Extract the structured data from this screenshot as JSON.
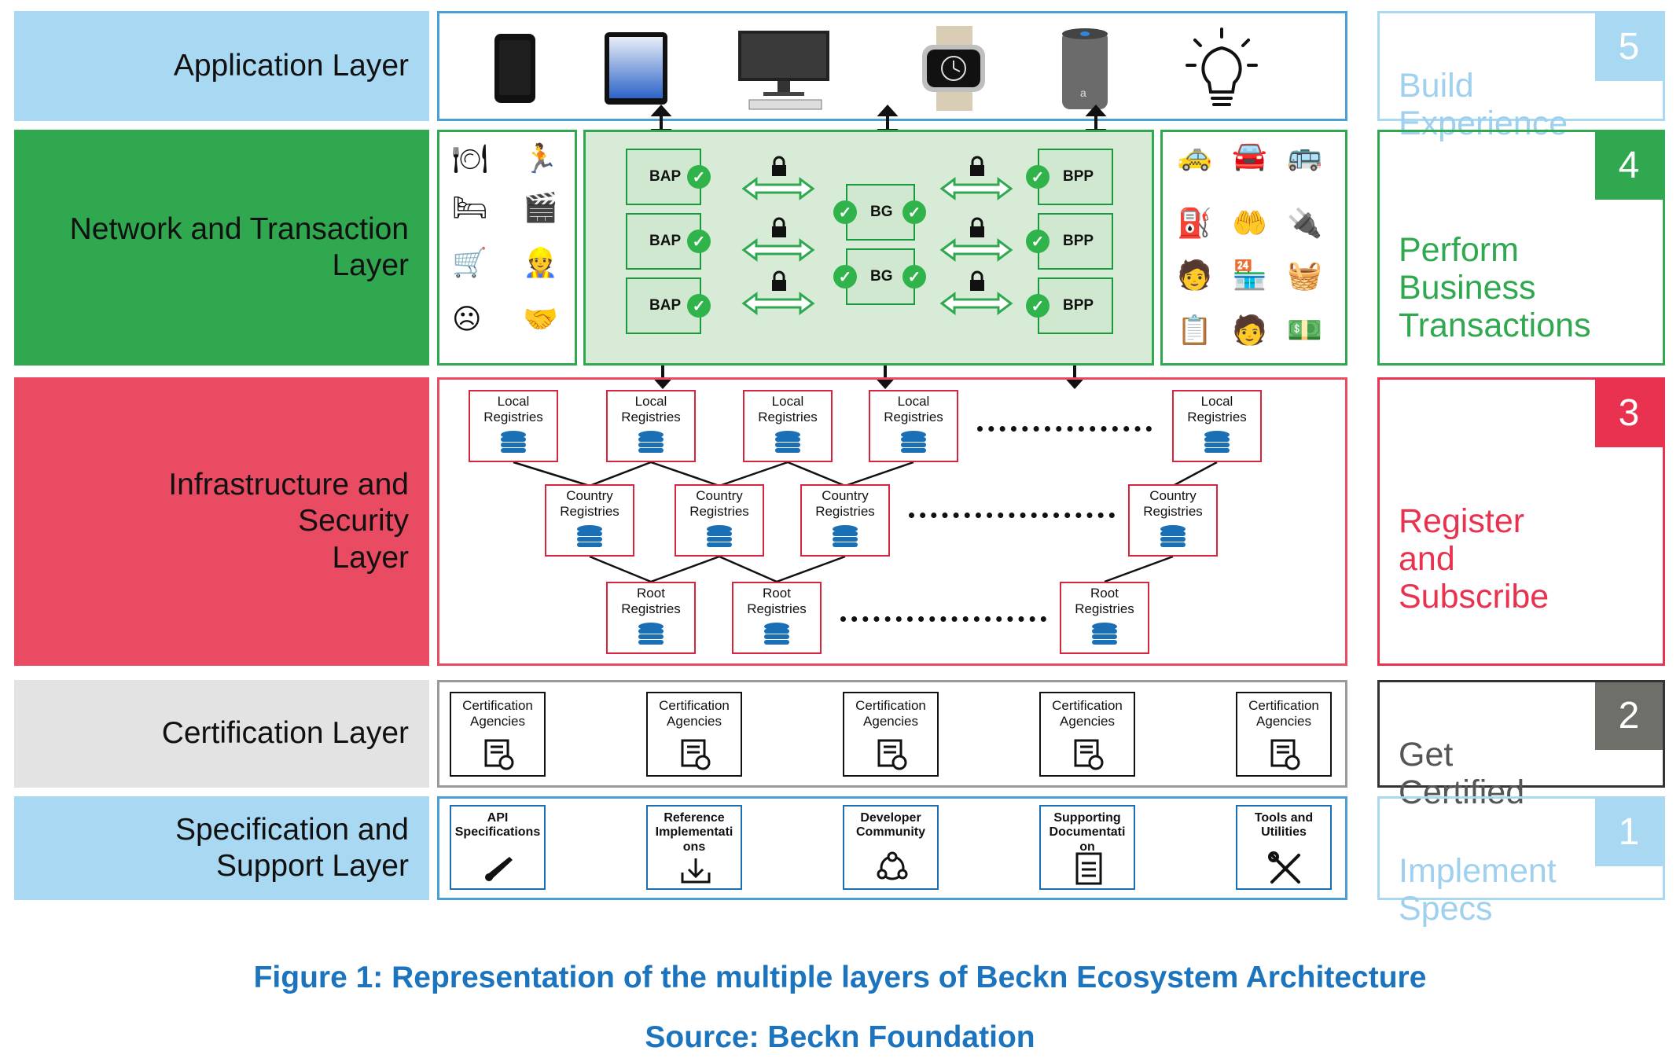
{
  "layers": [
    {
      "label": "Application Layer"
    },
    {
      "label": "Network and Transaction\nLayer"
    },
    {
      "label": "Infrastructure and\nSecurity\nLayer"
    },
    {
      "label": "Certification Layer"
    },
    {
      "label": "Specification and\nSupport Layer"
    }
  ],
  "steps": [
    {
      "num": "5",
      "text": "Build\nExperience"
    },
    {
      "num": "4",
      "text": "Perform\nBusiness\nTransactions"
    },
    {
      "num": "3",
      "text": "Register\nand\nSubscribe"
    },
    {
      "num": "2",
      "text": "Get\nCertified"
    },
    {
      "num": "1",
      "text": "Implement\nSpecs"
    }
  ],
  "network": {
    "bap": "BAP",
    "bg": "BG",
    "bpp": "BPP"
  },
  "registries": {
    "local": "Local\nRegistries",
    "country": "Country\nRegistries",
    "root": "Root\nRegistries"
  },
  "certification": {
    "agency": "Certification\nAgencies"
  },
  "specification": {
    "items": [
      "API\nSpecifications",
      "Reference\nImplementati\nons",
      "Developer\nCommunity",
      "Supporting\nDocumentati\non",
      "Tools and\nUtilities"
    ]
  },
  "caption": {
    "figure": "Figure 1: Representation of the multiple layers of Beckn Ecosystem Architecture",
    "source": "Source: Beckn Foundation"
  },
  "colors": {
    "app_blue": "#a9d8f2",
    "network_green": "#2fa84f",
    "infra_red": "#e84b62",
    "cert_gray": "#e3e3e3",
    "spec_blue": "#a9d8f2",
    "step5": "#a9d8f2",
    "step4": "#2fa84f",
    "step3": "#e8324f",
    "step2": "#6f6f6a",
    "step1": "#a9d8f2",
    "caption": "#1b74bd"
  }
}
